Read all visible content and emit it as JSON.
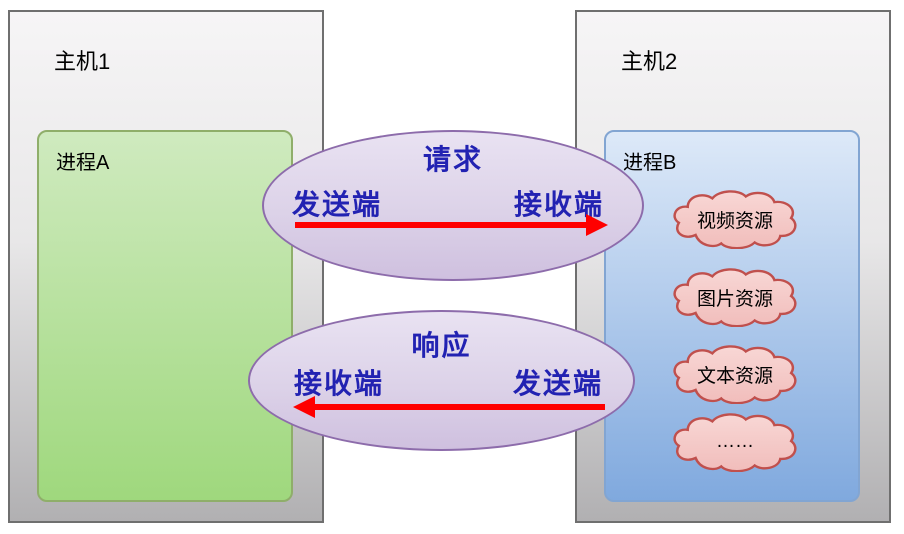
{
  "diagram": {
    "host1": {
      "label": "主机1",
      "process_label": "进程A"
    },
    "host2": {
      "label": "主机2",
      "process_label": "进程B",
      "resources": [
        {
          "label": "视频资源"
        },
        {
          "label": "图片资源"
        },
        {
          "label": "文本资源"
        },
        {
          "label": "……"
        }
      ]
    },
    "flows": [
      {
        "title": "请求",
        "left_label": "发送端",
        "right_label": "接收端",
        "direction": "left-to-right"
      },
      {
        "title": "响应",
        "left_label": "接收端",
        "right_label": "发送端",
        "direction": "right-to-left"
      }
    ],
    "colors": {
      "host_border": "#6f6f6f",
      "host_fill_top": "#f6f5f6",
      "host_fill_bottom": "#b1b0b2",
      "process_a_border": "#8fae6a",
      "process_a_fill_top": "#cfeabf",
      "process_a_fill_bottom": "#9fd87d",
      "process_b_border": "#82a5d2",
      "process_b_fill_top": "#dde9f8",
      "process_b_fill_bottom": "#80a9de",
      "ellipse_border": "#8d6cab",
      "ellipse_fill_top": "#e9e2f2",
      "ellipse_fill_bottom": "#cfc0df",
      "flow_text": "#2222b2",
      "arrow": "#ff0000",
      "cloud_border": "#c0504d",
      "cloud_fill_top": "#f8d7d5",
      "cloud_fill_bottom": "#f1bdbb",
      "label_text": "#000000"
    }
  }
}
